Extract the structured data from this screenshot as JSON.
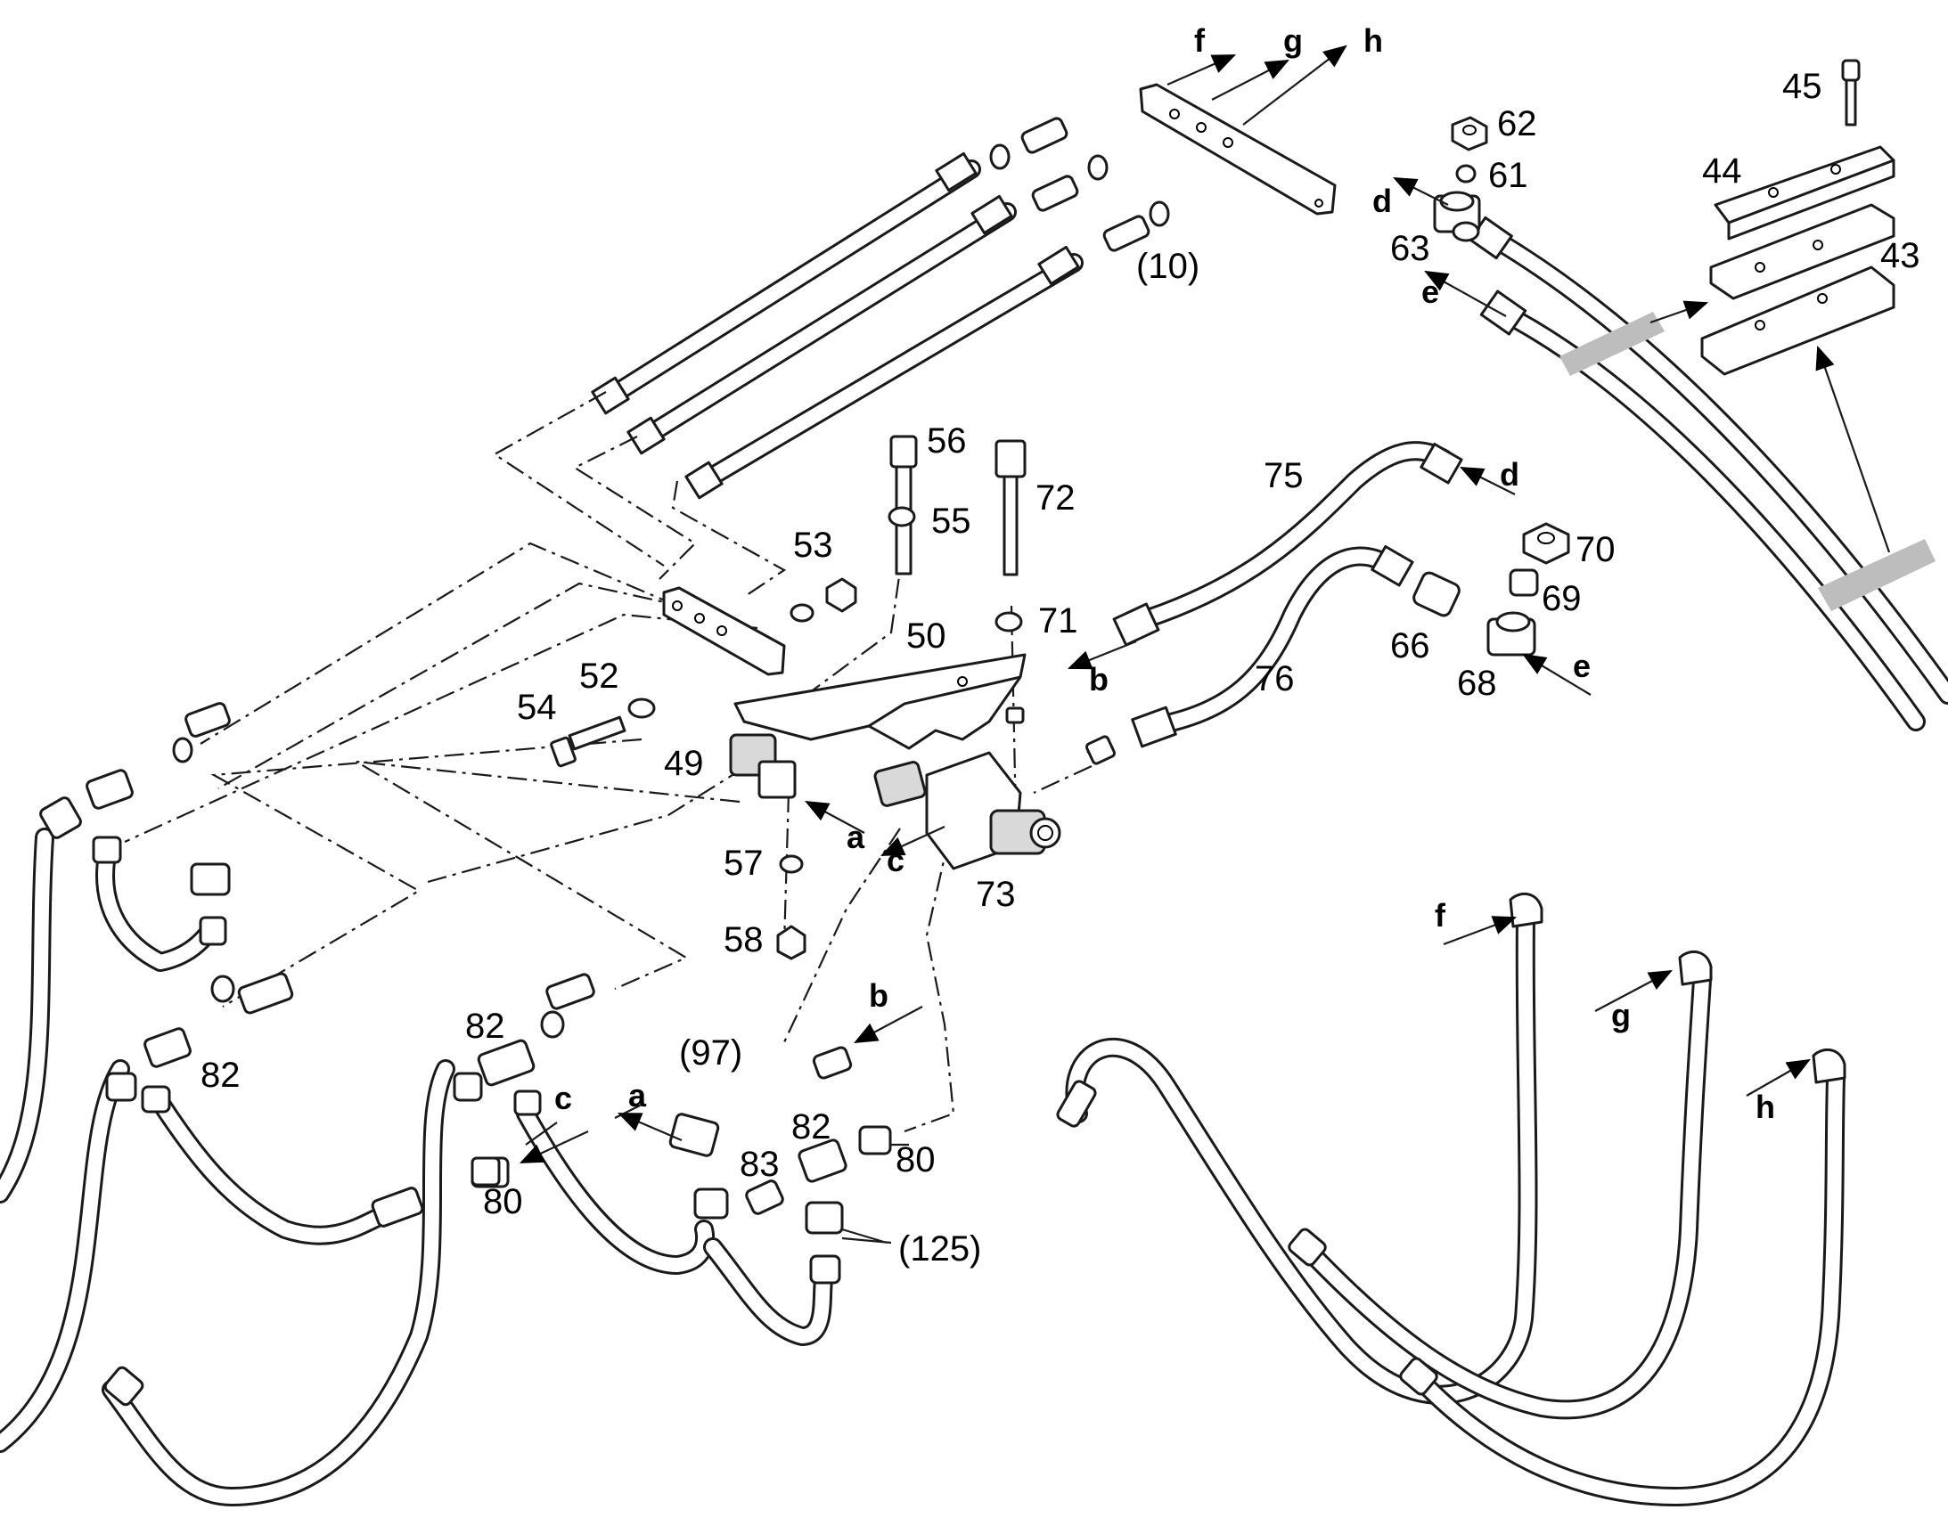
{
  "callouts": [
    {
      "key": "p45",
      "text": "45"
    },
    {
      "key": "p44",
      "text": "44"
    },
    {
      "key": "p43",
      "text": "43"
    },
    {
      "key": "p62",
      "text": "62"
    },
    {
      "key": "p61",
      "text": "61"
    },
    {
      "key": "p63",
      "text": "63"
    },
    {
      "key": "p10",
      "text": "(10)"
    },
    {
      "key": "p56",
      "text": "56"
    },
    {
      "key": "p55",
      "text": "55"
    },
    {
      "key": "p72",
      "text": "72"
    },
    {
      "key": "p53",
      "text": "53"
    },
    {
      "key": "p71",
      "text": "71"
    },
    {
      "key": "p50",
      "text": "50"
    },
    {
      "key": "p52",
      "text": "52"
    },
    {
      "key": "p54",
      "text": "54"
    },
    {
      "key": "p49",
      "text": "49"
    },
    {
      "key": "p57",
      "text": "57"
    },
    {
      "key": "p58",
      "text": "58"
    },
    {
      "key": "p73",
      "text": "73"
    },
    {
      "key": "p75",
      "text": "75"
    },
    {
      "key": "p76",
      "text": "76"
    },
    {
      "key": "p70",
      "text": "70"
    },
    {
      "key": "p69",
      "text": "69"
    },
    {
      "key": "p66",
      "text": "66"
    },
    {
      "key": "p68",
      "text": "68"
    },
    {
      "key": "p82a",
      "text": "82"
    },
    {
      "key": "p82b",
      "text": "82"
    },
    {
      "key": "p82c",
      "text": "82"
    },
    {
      "key": "p80a",
      "text": "80"
    },
    {
      "key": "p80b",
      "text": "80"
    },
    {
      "key": "p83",
      "text": "83"
    },
    {
      "key": "p97",
      "text": "(97)"
    },
    {
      "key": "p125",
      "text": "(125)"
    }
  ],
  "connection_letters": [
    {
      "key": "f_top",
      "text": "f"
    },
    {
      "key": "g_top",
      "text": "g"
    },
    {
      "key": "h_top",
      "text": "h"
    },
    {
      "key": "d_top",
      "text": "d"
    },
    {
      "key": "e_top",
      "text": "e"
    },
    {
      "key": "d_mid",
      "text": "d"
    },
    {
      "key": "b_mid",
      "text": "b"
    },
    {
      "key": "e_mid",
      "text": "e"
    },
    {
      "key": "a_mid",
      "text": "a"
    },
    {
      "key": "c_mid",
      "text": "c"
    },
    {
      "key": "b_low",
      "text": "b"
    },
    {
      "key": "c_low",
      "text": "c"
    },
    {
      "key": "a_low",
      "text": "a"
    },
    {
      "key": "f_low",
      "text": "f"
    },
    {
      "key": "g_low",
      "text": "g"
    },
    {
      "key": "h_low",
      "text": "h"
    }
  ]
}
